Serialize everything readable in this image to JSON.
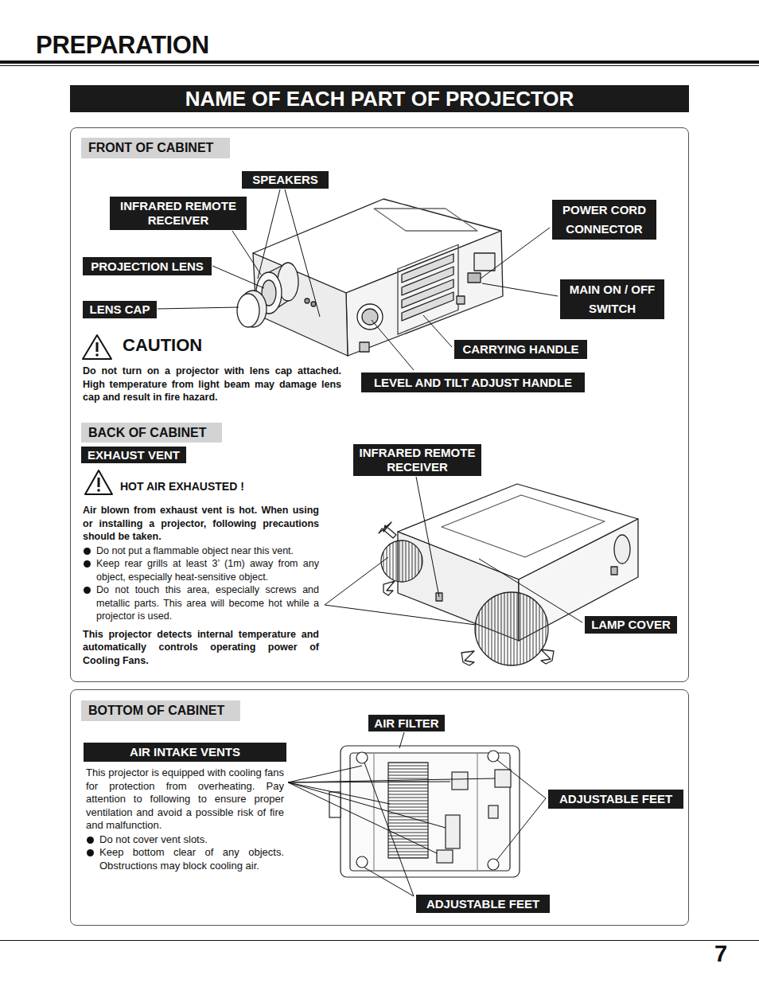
{
  "diagram": {
    "title": "PREPARATION",
    "nodes": [
      {
        "text": [
          "NAME OF EACH PART OF PROJECTOR"
        ]
      },
      {
        "text": [
          "CAUTION",
          "Do not turn on a projector with lens cap attached. High temperature from light beam may damage lens cap and result in fire hazard.",
          "HOT AIR EXHAUSTED !",
          "Air blown from exhaust vent is hot. When using or installing a projector, following precautions should be taken.",
          "Do not put a flammable object near this vent.",
          "Keep rear grills at least 3’ (1m) away from any object, especially heat-sensitive object.",
          "Do not touch this area, especially screws and metallic parts. This area will become hot while a projector is used.",
          "This projector detects internal temperature and automatically controls operating power of Cooling Fans."
        ]
      },
      {
        "text": [
          "FRONT OF CABINET"
        ],
        "in": 1
      },
      {
        "text": [
          "SPEAKERS"
        ],
        "in": 1
      },
      {
        "text": [
          "INFRARED REMOTE RECEIVER"
        ],
        "in": 1
      },
      {
        "text": [
          "POWER CORD CONNECTOR"
        ],
        "in": 1
      },
      {
        "text": [
          "PROJECTION LENS"
        ],
        "in": 1
      },
      {
        "text": [
          "MAIN ON / OFF SWITCH"
        ],
        "in": 1
      },
      {
        "text": [
          "LENS CAP"
        ],
        "in": 1
      },
      {
        "text": [
          "CARRYING HANDLE"
        ],
        "in": 1
      },
      {
        "text": [
          "LEVEL AND TILT ADJUST HANDLE"
        ],
        "in": 1
      },
      {
        "text": [
          "BACK OF CABINET"
        ],
        "in": 1
      },
      {
        "text": [
          "EXHAUST VENT"
        ],
        "in": 1
      },
      {
        "text": [
          "INFRARED REMOTE RECEIVER"
        ],
        "in": 1
      },
      {
        "text": [
          "LAMP COVER"
        ],
        "in": 1
      },
      {
        "text": [
          "This projector is equipped with cooling fans for protection from overheating. Pay attention to following to ensure proper ventilation and avoid a possible risk of fire and malfunction.",
          "Do not cover vent slots.",
          "Keep bottom clear of any objects. Obstructions may block cooling air."
        ]
      },
      {
        "text": [
          "BOTTOM OF CABINET"
        ],
        "in": 15
      },
      {
        "text": [
          "AIR FILTER"
        ],
        "in": 15
      },
      {
        "text": [
          "AIR INTAKE VENTS"
        ],
        "in": 15
      },
      {
        "text": [
          "ADJUSTABLE FEET"
        ],
        "in": 15
      },
      {
        "text": [
          "ADJUSTABLE FEET"
        ],
        "in": 15
      }
    ],
    "labels": [
      "7"
    ]
  }
}
